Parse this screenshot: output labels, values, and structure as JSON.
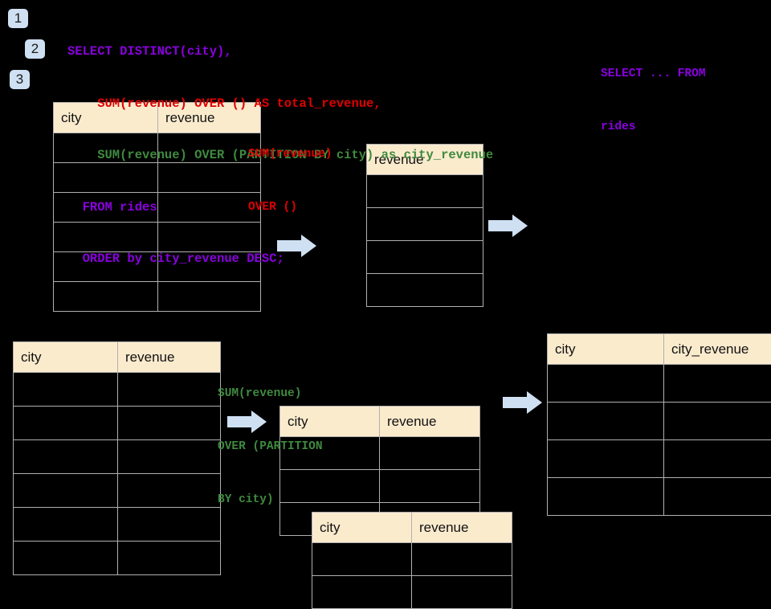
{
  "page": {
    "background_color": "#000000",
    "header_fill": "#fbebcd",
    "grid_line_color": "#b0b0b0",
    "arrow_color": "#cfe0f2",
    "badge_color": "#cfe0f2"
  },
  "steps": [
    {
      "label": "1"
    },
    {
      "label": "2"
    },
    {
      "label": "3"
    }
  ],
  "sql": {
    "lines": [
      {
        "text": "SELECT DISTINCT(city),",
        "color": "#8a00e0",
        "class": "c-purple"
      },
      {
        "text": "    SUM(revenue) OVER () AS total_revenue,",
        "color": "#e00000",
        "class": "c-red"
      },
      {
        "text": "    SUM(revenue) OVER (PARTITION BY city) as city_revenue",
        "color": "#3f8a3f",
        "class": "c-green"
      },
      {
        "text": "  FROM rides",
        "color": "#8a00e0",
        "class": "c-purple"
      },
      {
        "text": "  ORDER by city_revenue DESC;",
        "color": "#8a00e0",
        "class": "c-purple"
      }
    ]
  },
  "annotations": {
    "select_from": {
      "line1": "SELECT ... FROM",
      "line2": "rides",
      "color": "#8a00e0"
    },
    "sum_over_empty": {
      "line1": "SUM(revenue)",
      "line2": "OVER ()",
      "color": "#e00000"
    },
    "sum_over_partition": {
      "line1": "SUM(revenue)",
      "line2": "OVER (PARTITION",
      "line3": "BY city)",
      "color": "#3f8a3f"
    }
  },
  "tables": {
    "rides_top": {
      "columns": [
        "city",
        "revenue"
      ],
      "row_count": 6
    },
    "total_revenue": {
      "columns": [
        "revenue"
      ],
      "row_count": 4
    },
    "rides_bottom": {
      "columns": [
        "city",
        "revenue"
      ],
      "row_count": 6
    },
    "partition_front": {
      "columns": [
        "city",
        "revenue"
      ],
      "row_count": 3
    },
    "partition_back": {
      "columns": [
        "city",
        "revenue"
      ],
      "row_count": 2
    },
    "result": {
      "columns": [
        "city",
        "city_revenue"
      ],
      "row_count": 4
    }
  },
  "arrows": [
    {
      "name": "arrow-top-left"
    },
    {
      "name": "arrow-top-right"
    },
    {
      "name": "arrow-bottom-left"
    },
    {
      "name": "arrow-bottom-right"
    }
  ]
}
